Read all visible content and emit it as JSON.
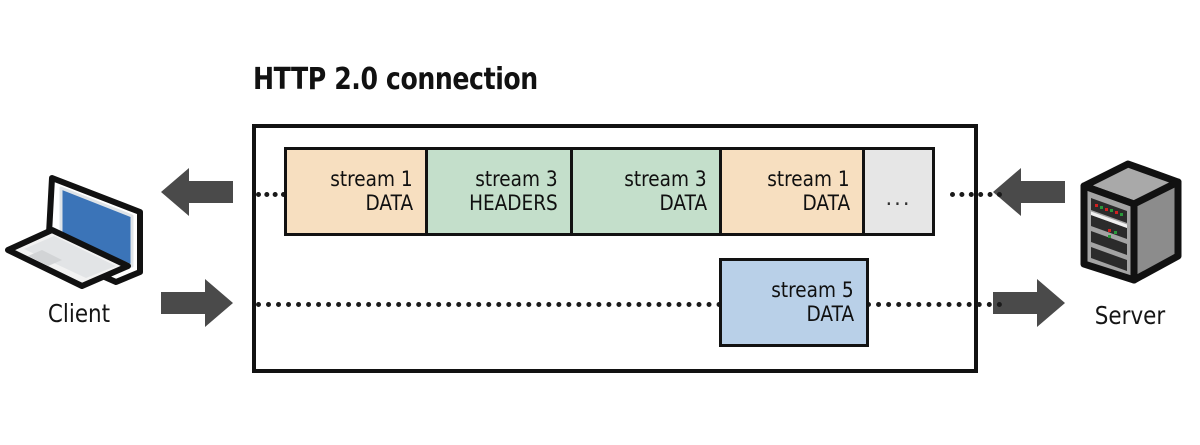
{
  "diagram": {
    "title": "HTTP 2.0 connection",
    "type": "http2-multiplexing-diagram"
  },
  "endpoints": {
    "client": {
      "label": "Client",
      "icon": "laptop-icon"
    },
    "server": {
      "label": "Server",
      "icon": "server-tower-icon"
    }
  },
  "arrows": [
    {
      "name": "client-inbound-arrow",
      "direction": "left",
      "color": "#4a4a4a"
    },
    {
      "name": "client-outbound-arrow",
      "direction": "right",
      "color": "#4a4a4a"
    },
    {
      "name": "server-inbound-arrow",
      "direction": "left",
      "color": "#4a4a4a"
    },
    {
      "name": "server-outbound-arrow",
      "direction": "right",
      "color": "#4a4a4a"
    }
  ],
  "streams": {
    "row1": [
      {
        "stream": "stream 1",
        "frame_type": "DATA",
        "color": "#f7dfc0"
      },
      {
        "stream": "stream 3",
        "frame_type": "HEADERS",
        "color": "#c4dfcb"
      },
      {
        "stream": "stream 3",
        "frame_type": "DATA",
        "color": "#c4dfcb"
      },
      {
        "stream": "stream 1",
        "frame_type": "DATA",
        "color": "#f7dfc0"
      },
      {
        "stream": "",
        "frame_type": "...",
        "color": "#e6e6e6"
      }
    ],
    "row2": [
      {
        "stream": "stream 5",
        "frame_type": "DATA",
        "color": "#b9d0e8"
      }
    ]
  },
  "colors": {
    "orange_frame": "#f7dfc0",
    "green_frame": "#c4dfcb",
    "blue_frame": "#b9d0e8",
    "gray_frame": "#e6e6e6",
    "outline": "#121212",
    "arrow_gray": "#4a4a4a",
    "laptop_screen_blue": "#3b74b8"
  }
}
